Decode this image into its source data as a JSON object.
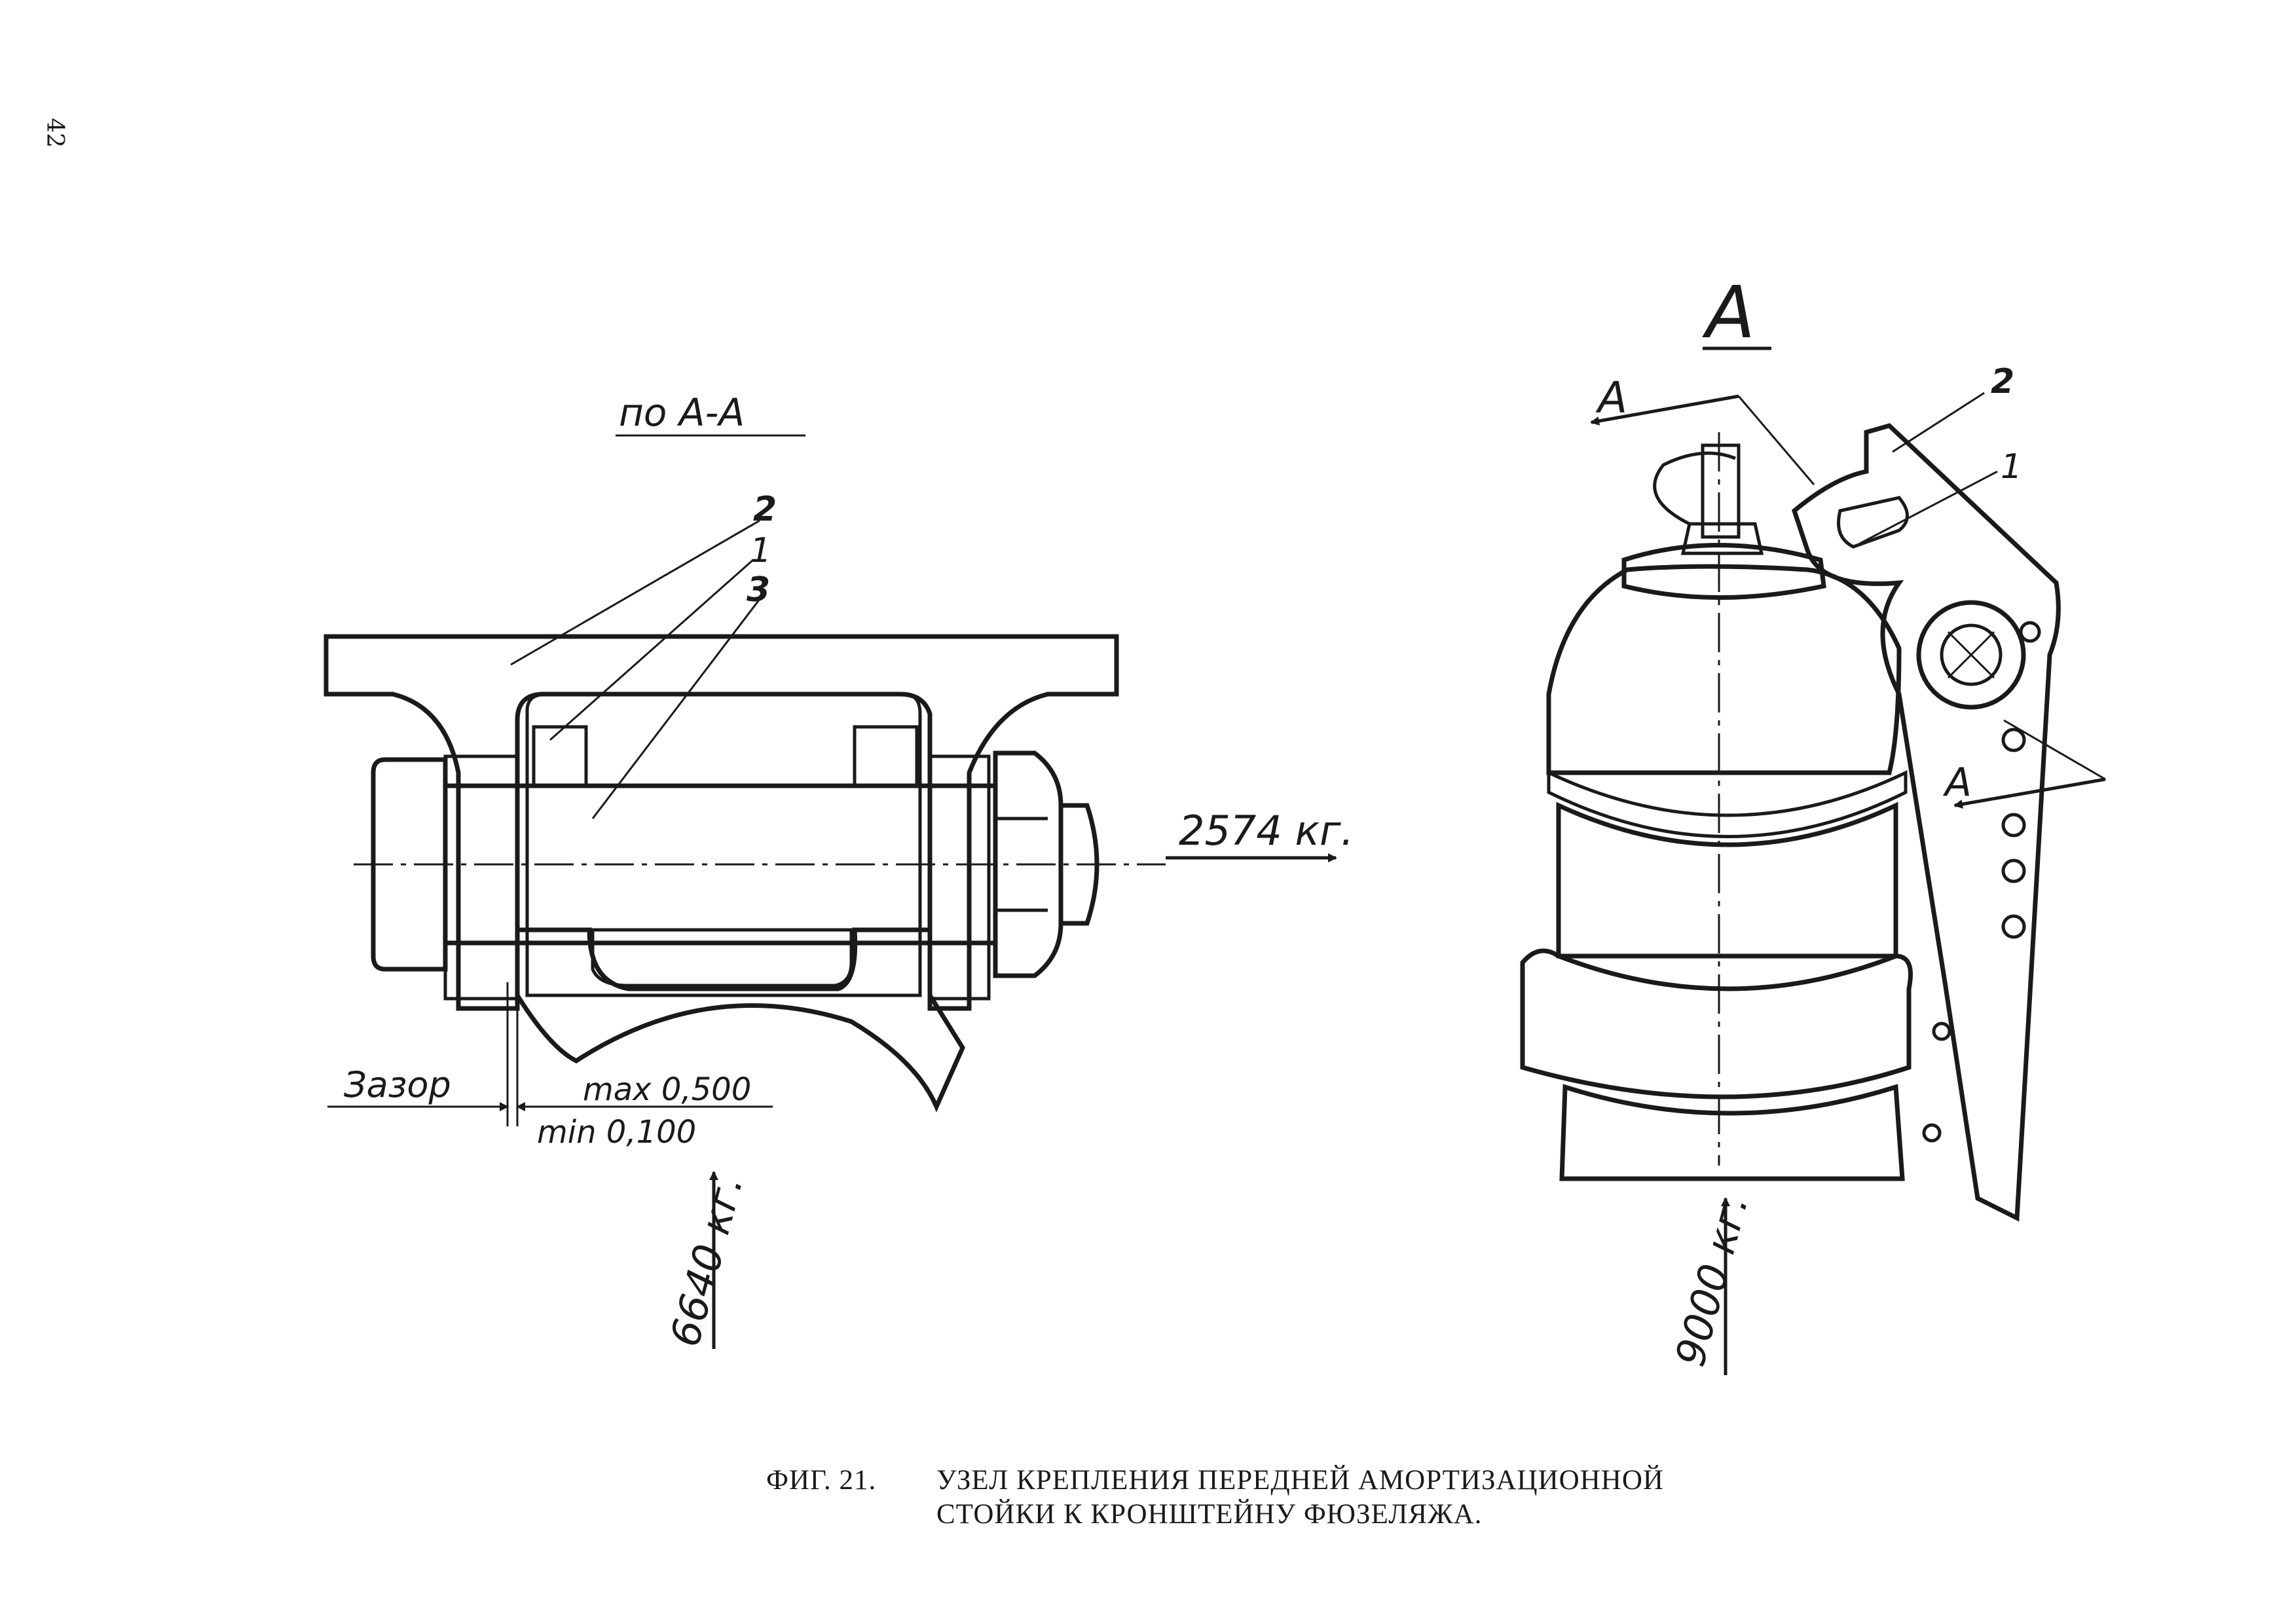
{
  "page_number": "42",
  "section_view": {
    "title": "по А-А",
    "callouts": [
      "2",
      "1",
      "3"
    ],
    "force_right": "2574 кг.",
    "force_up": "6640 кг.",
    "gap_label": "Зазор",
    "gap_max": "max 0,500",
    "gap_min": "min 0,100"
  },
  "view_a": {
    "title": "А",
    "section_mark_1": "А",
    "section_mark_2": "А",
    "callouts": [
      "2",
      "1"
    ],
    "force_up": "9000 кг."
  },
  "caption": {
    "figure": "ФИГ. 21.",
    "line1": "УЗЕЛ КРЕПЛЕНИЯ ПЕРЕДНЕЙ АМОРТИЗАЦИОННОЙ",
    "line2": "СТОЙКИ К КРОНШТЕЙНУ ФЮЗЕЛЯЖА."
  }
}
